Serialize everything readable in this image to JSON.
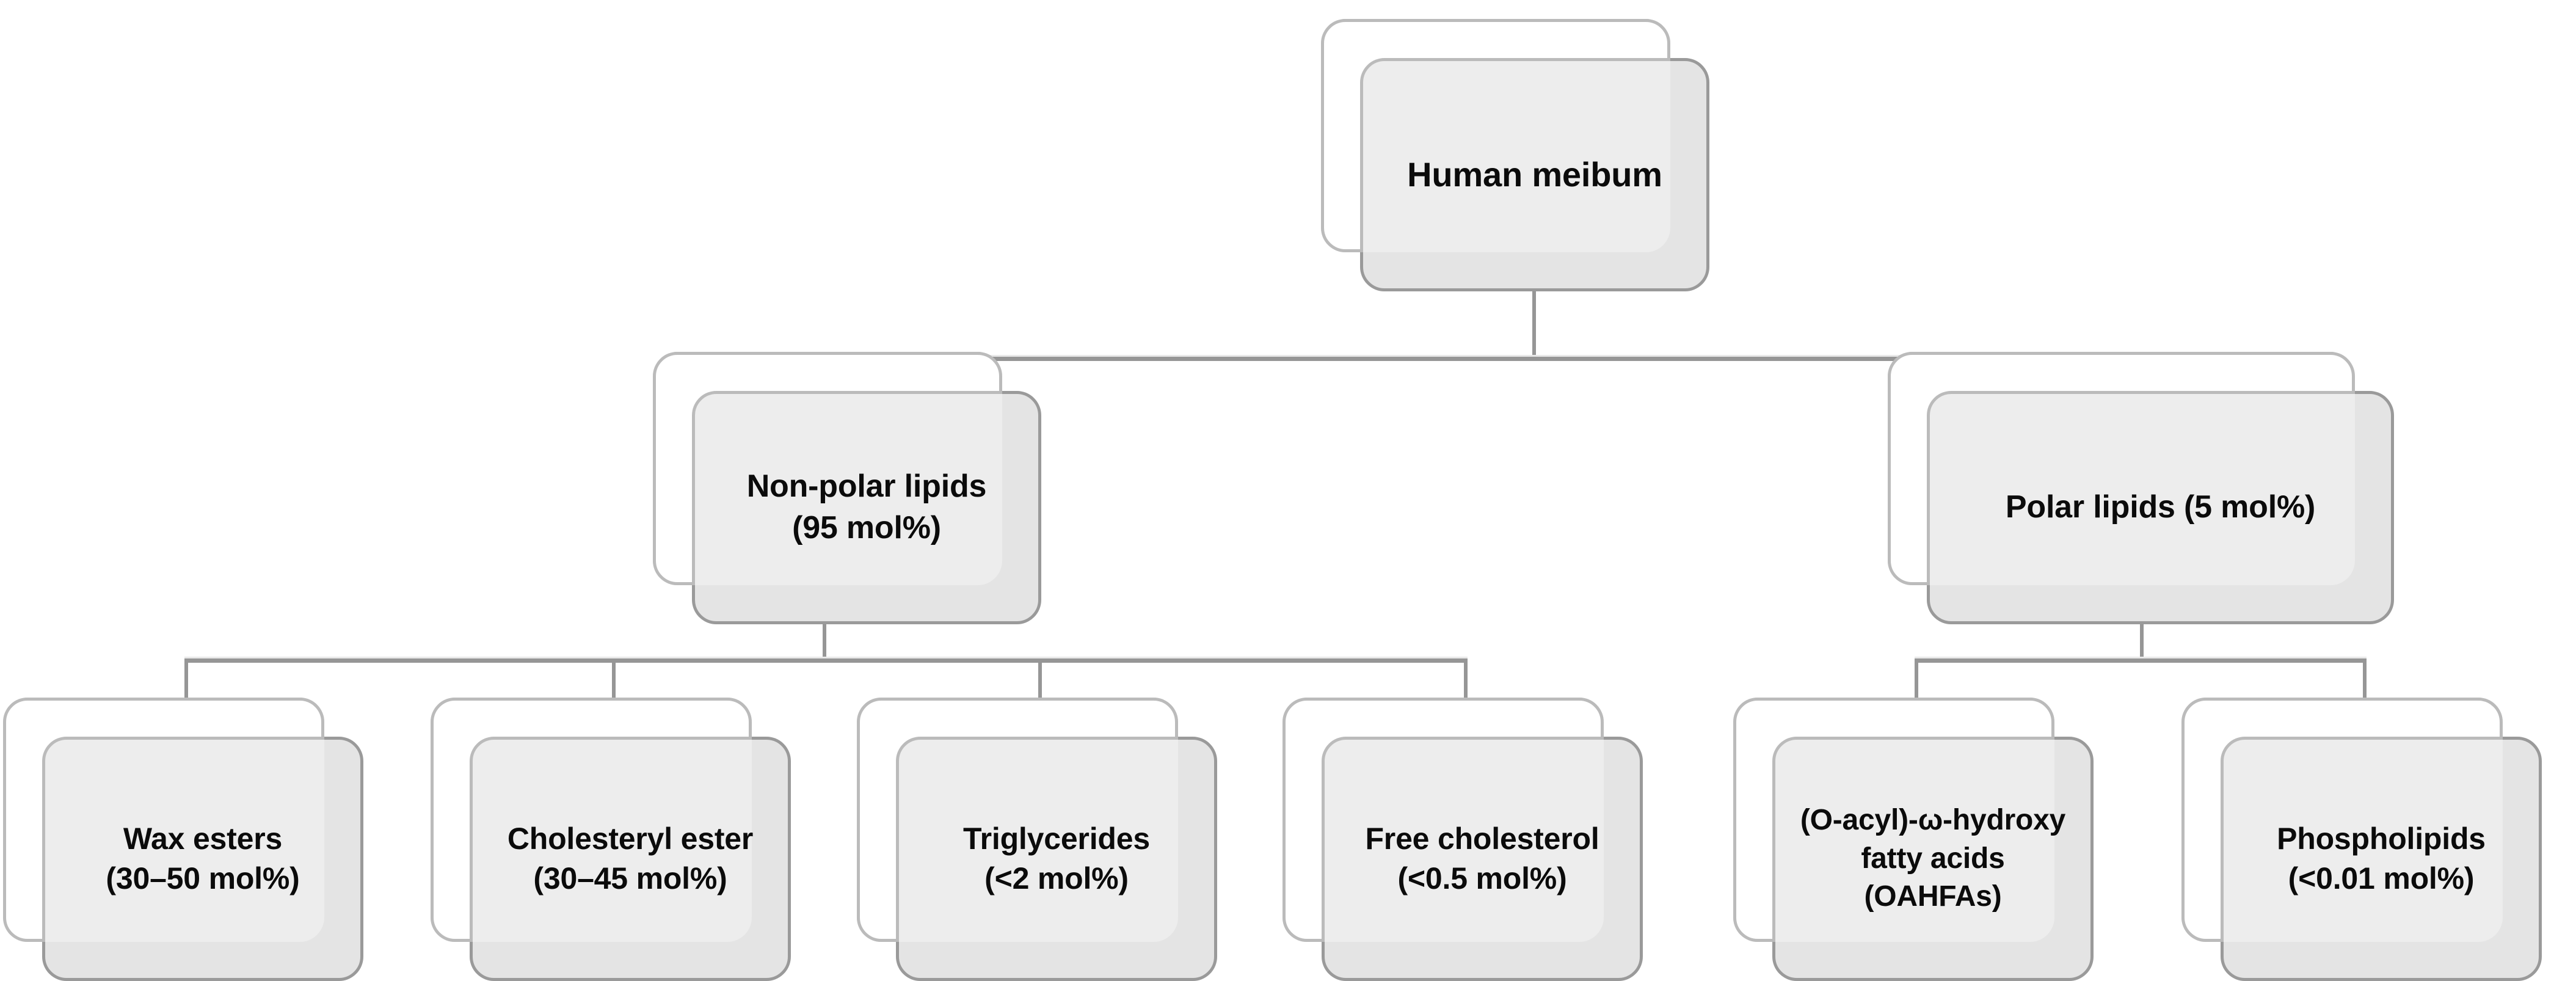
{
  "diagram": {
    "title": "Human meibum lipid composition hierarchy",
    "type": "tree",
    "colors": {
      "card_fill": "#e4e4e4",
      "card_back_fill": "#ffffff",
      "card_border": "#9a9a9a",
      "connector": "#969696",
      "text": "#0b0b0b",
      "background": "#ffffff"
    },
    "root": {
      "id": "human-meibum",
      "label": "Human meibum"
    },
    "level1": [
      {
        "id": "non-polar-lipids",
        "label": "Non-polar lipids\n(95 mol%)",
        "name": "Non-polar lipids",
        "value": "95 mol%"
      },
      {
        "id": "polar-lipids",
        "label": "Polar lipids (5 mol%)",
        "name": "Polar lipids",
        "value": "5 mol%"
      }
    ],
    "level2": [
      {
        "id": "wax-esters",
        "parent": "non-polar-lipids",
        "label": "Wax esters\n(30–50 mol%)",
        "name": "Wax esters",
        "value": "30–50 mol%"
      },
      {
        "id": "cholesteryl-ester",
        "parent": "non-polar-lipids",
        "label": "Cholesteryl ester\n(30–45 mol%)",
        "name": "Cholesteryl ester",
        "value": "30–45 mol%"
      },
      {
        "id": "triglycerides",
        "parent": "non-polar-lipids",
        "label": "Triglycerides\n(<2 mol%)",
        "name": "Triglycerides",
        "value": "<2 mol%"
      },
      {
        "id": "free-cholesterol",
        "parent": "non-polar-lipids",
        "label": "Free cholesterol\n(<0.5 mol%)",
        "name": "Free cholesterol",
        "value": "<0.5 mol%"
      },
      {
        "id": "oahfas",
        "parent": "polar-lipids",
        "label": "(O-acyl)-ω-hydroxy\nfatty acids\n(OAHFAs)",
        "name": "(O-acyl)-ω-hydroxy fatty acids (OAHFAs)",
        "value": ""
      },
      {
        "id": "phospholipids",
        "parent": "polar-lipids",
        "label": "Phospholipids\n(<0.01 mol%)",
        "name": "Phospholipids",
        "value": "<0.01 mol%"
      }
    ]
  }
}
